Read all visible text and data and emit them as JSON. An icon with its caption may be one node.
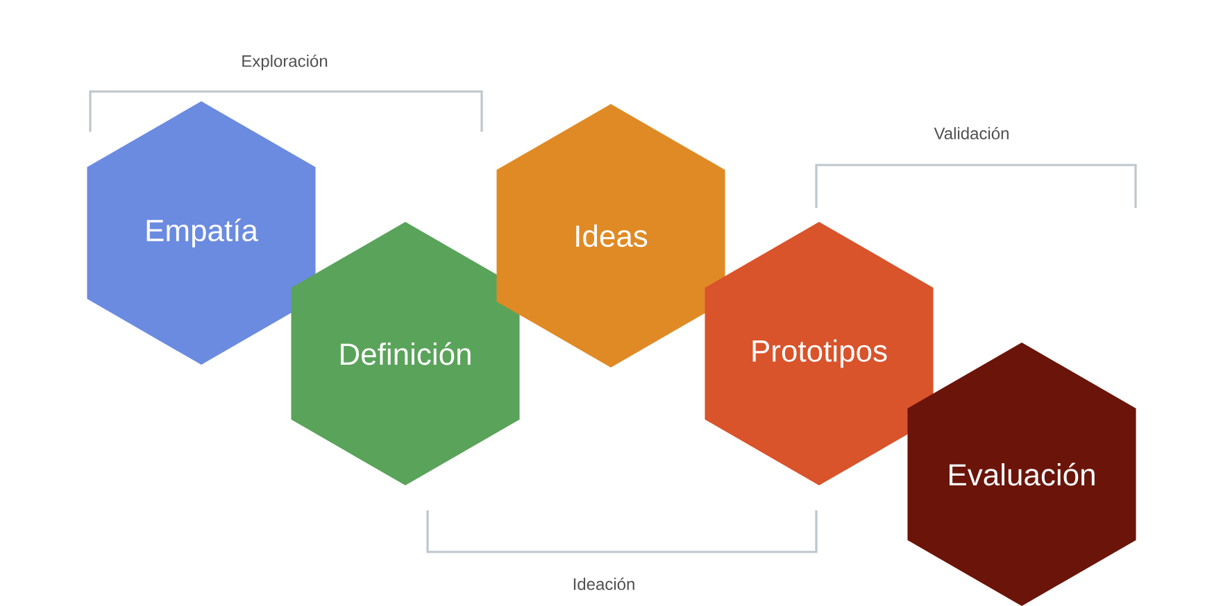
{
  "diagram": {
    "nodes": [
      {
        "text": [
          "Empatía"
        ]
      },
      {
        "text": [
          "Definición"
        ]
      },
      {
        "text": [
          "Ideas"
        ]
      },
      {
        "text": [
          "Prototipos"
        ]
      },
      {
        "text": [
          "Evaluación"
        ]
      }
    ],
    "labels": [
      "Exploración",
      "Validación",
      "Ideación"
    ]
  }
}
